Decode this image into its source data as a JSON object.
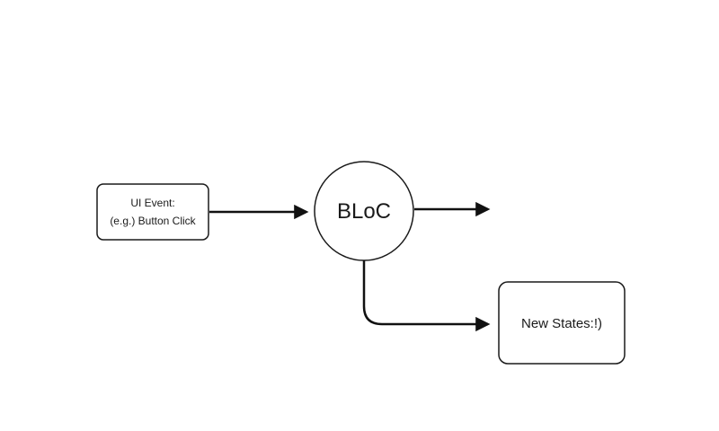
{
  "diagram": {
    "title": "BLoC pattern flow diagram",
    "background_color": "#ffffff",
    "stroke_color": "#1a1a1a",
    "arrow_color": "#111111",
    "nodes": {
      "ui_event": {
        "shape": "rounded-rectangle",
        "line1": "UI Event:",
        "line2": "(e.g.) Button Click"
      },
      "bloc": {
        "shape": "circle",
        "label": "BLoC"
      },
      "new_states": {
        "shape": "rounded-rectangle",
        "label": "New States:!)"
      }
    },
    "edges": [
      {
        "from": "ui_event",
        "to": "bloc",
        "style": "straight-arrow"
      },
      {
        "from": "bloc",
        "to": "right-edge",
        "style": "straight-arrow"
      },
      {
        "from": "bloc",
        "to": "new_states",
        "style": "elbow-arrow-down-right"
      }
    ]
  }
}
